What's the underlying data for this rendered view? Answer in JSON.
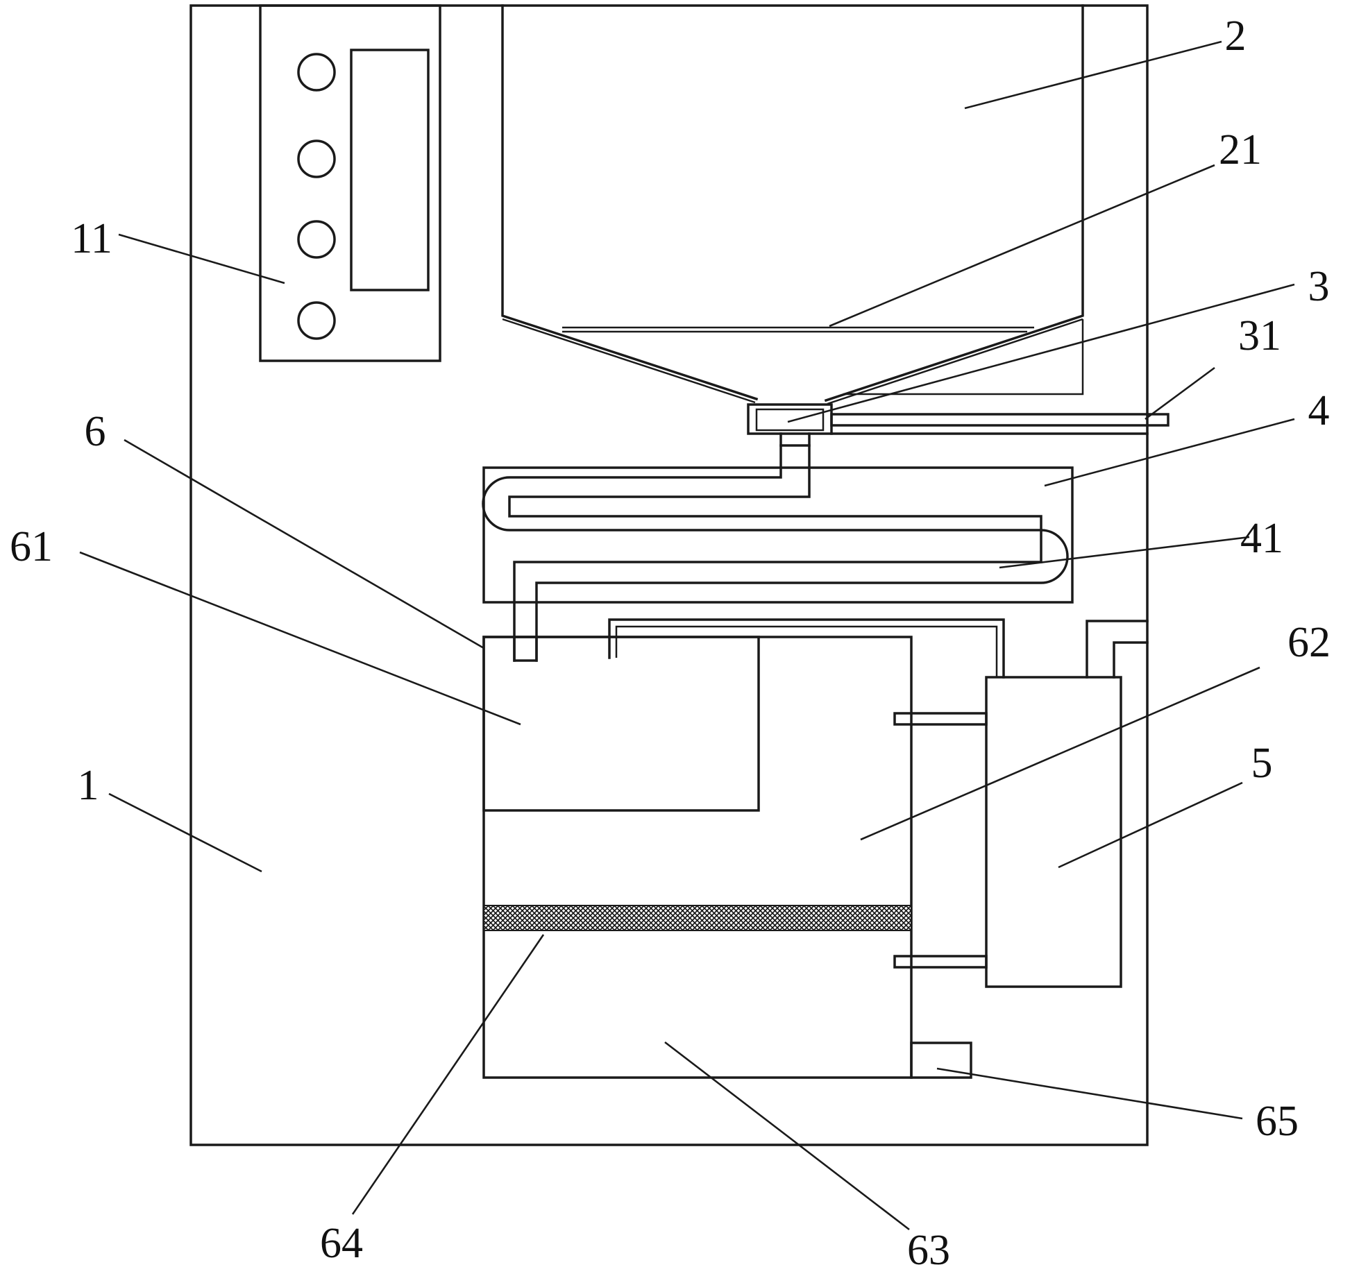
{
  "labels": {
    "housing": "1",
    "control_panel": "11",
    "hopper": "2",
    "hopper_screen": "21",
    "valve": "3",
    "valve_handle": "31",
    "cooling_box": "4",
    "coil_tube": "41",
    "pump": "5",
    "water_tank": "6",
    "inner_tank": "61",
    "upper_chamber": "62",
    "lower_chamber": "63",
    "filter_mesh": "64",
    "drain_block": "65"
  },
  "colors": {
    "line": "#1a1a1a",
    "background": "#ffffff"
  }
}
